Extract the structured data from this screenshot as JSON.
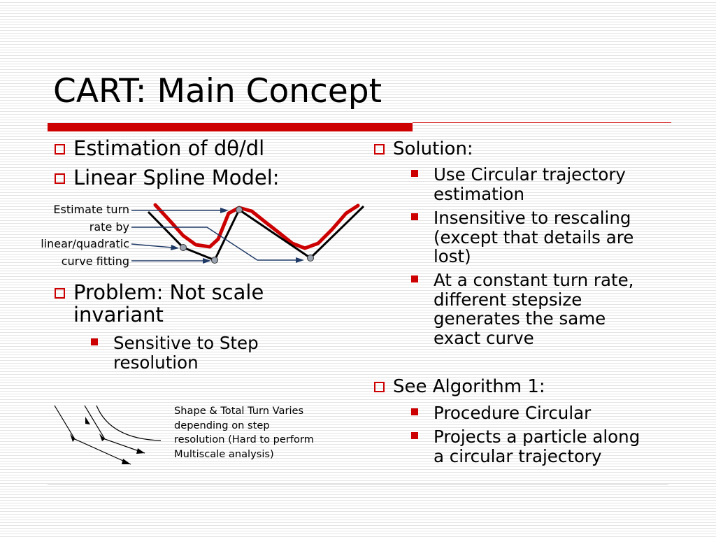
{
  "title": "CART: Main Concept",
  "left": {
    "bullets": [
      {
        "text": "Estimation of dθ/dl"
      },
      {
        "text": "Linear Spline Model:"
      }
    ],
    "spline_annotation": [
      "Estimate turn",
      "rate by",
      "linear/quadratic",
      "curve fitting"
    ],
    "problem": {
      "lines": [
        "Problem: Not scale",
        "invariant"
      ],
      "sub": [
        "Sensitive to Step",
        "resolution"
      ]
    },
    "scale_annotation": [
      "Shape & Total Turn Varies",
      "depending on step",
      "resolution (Hard to perform",
      "Multiscale analysis)"
    ]
  },
  "right": {
    "solution": {
      "label": "Solution:",
      "items": [
        [
          "Use Circular trajectory",
          "estimation"
        ],
        [
          "Insensitive to rescaling",
          "(except that details are",
          "lost)"
        ],
        [
          "At a constant turn rate,",
          "different stepsize",
          "generates the same",
          "exact curve"
        ]
      ]
    },
    "algorithm": {
      "label": "See Algorithm 1:",
      "items": [
        [
          "Procedure Circular"
        ],
        [
          "Projects a particle along",
          "a circular trajectory"
        ]
      ]
    }
  },
  "colors": {
    "accent": "#cc0000",
    "pointer": "#1f3a66",
    "spline": "#000000",
    "curve": "#cc0000",
    "knot": "#9aa3b0"
  }
}
